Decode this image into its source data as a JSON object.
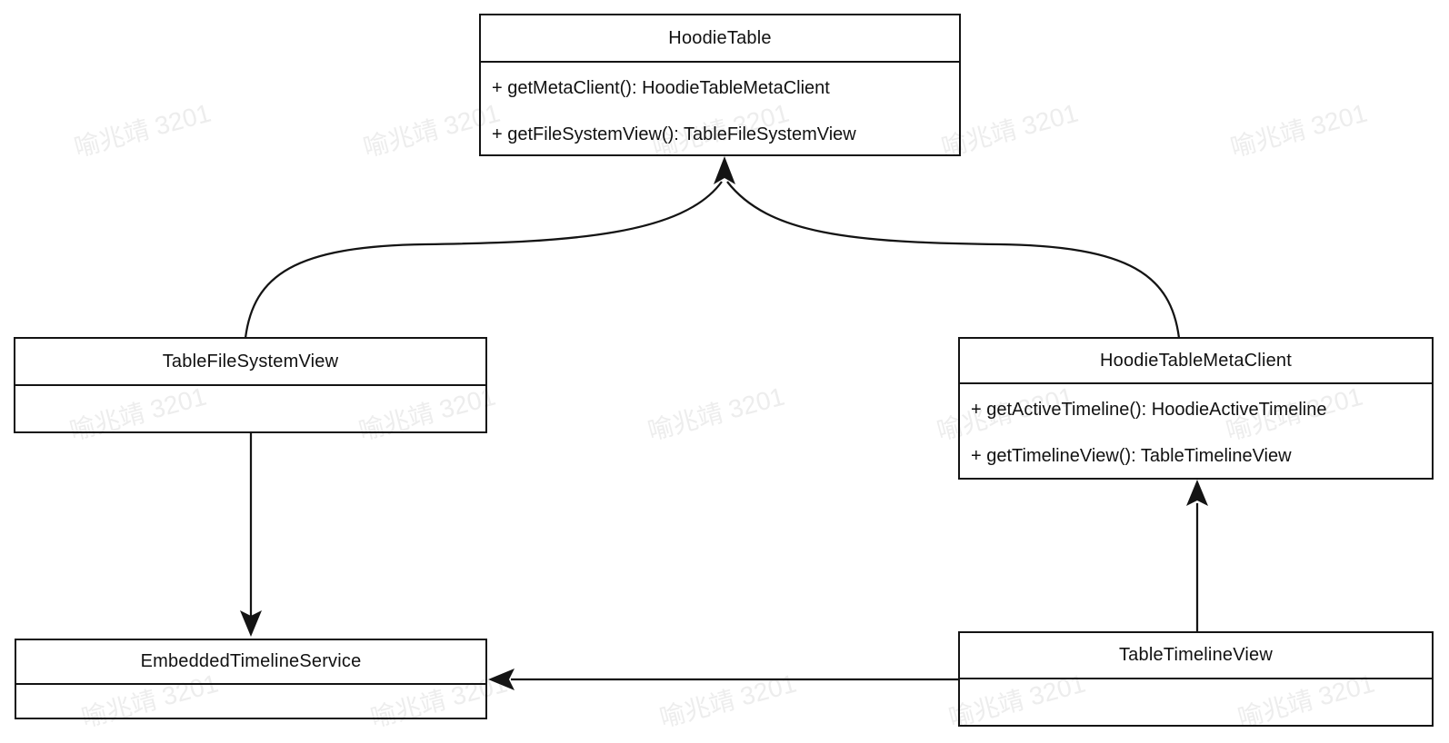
{
  "watermark": {
    "text": "喻兆靖 3201",
    "color": "#ededed"
  },
  "diagram": {
    "colors": {
      "stroke": "#141414",
      "background": "#ffffff",
      "text": "#111111"
    },
    "classes": [
      {
        "id": "hoodie-table",
        "name": "HoodieTable",
        "methods": [
          "+ getMetaClient(): HoodieTableMetaClient",
          "+ getFileSystemView(): TableFileSystemView"
        ]
      },
      {
        "id": "table-file-system-view",
        "name": "TableFileSystemView",
        "methods": []
      },
      {
        "id": "hoodie-table-meta-client",
        "name": "HoodieTableMetaClient",
        "methods": [
          "+ getActiveTimeline(): HoodieActiveTimeline",
          "+ getTimelineView(): TableTimelineView"
        ]
      },
      {
        "id": "embedded-timeline-service",
        "name": "EmbeddedTimelineService",
        "methods": []
      },
      {
        "id": "table-timeline-view",
        "name": "TableTimelineView",
        "methods": []
      }
    ],
    "relations": [
      {
        "from": "TableFileSystemView",
        "to": "HoodieTable",
        "style": "curved-arrow"
      },
      {
        "from": "HoodieTableMetaClient",
        "to": "HoodieTable",
        "style": "curved-arrow"
      },
      {
        "from": "TableFileSystemView",
        "to": "EmbeddedTimelineService",
        "style": "straight-arrow"
      },
      {
        "from": "TableTimelineView",
        "to": "HoodieTableMetaClient",
        "style": "straight-arrow"
      },
      {
        "from": "TableTimelineView",
        "to": "EmbeddedTimelineService",
        "style": "straight-arrow"
      }
    ]
  }
}
